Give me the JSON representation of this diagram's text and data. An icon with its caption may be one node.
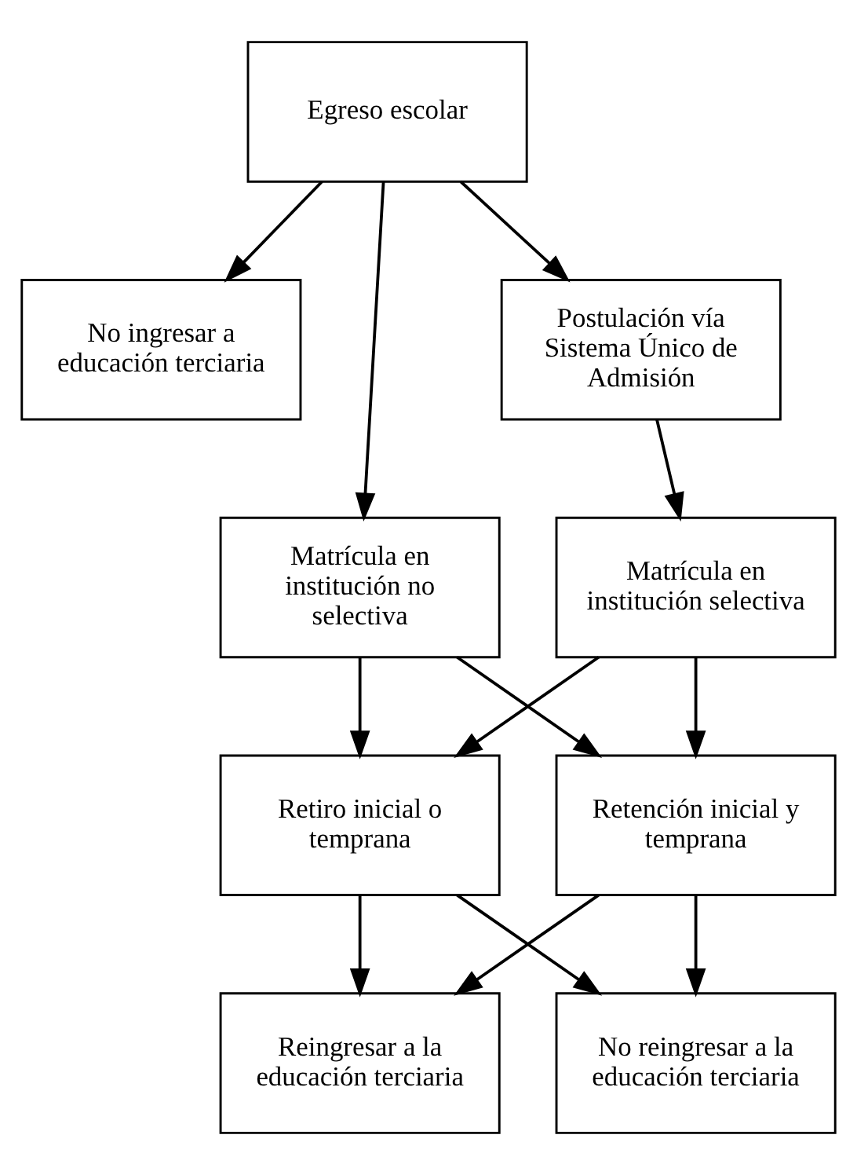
{
  "diagram": {
    "nodes": [
      {
        "text": [
          "Egreso escolar"
        ]
      },
      {
        "text": [
          "No ingresar a educación terciaria"
        ]
      },
      {
        "text": [
          "Postulación vía Sistema Único de Admisión"
        ]
      },
      {
        "text": [
          "Matrícula en institución no selectiva"
        ]
      },
      {
        "text": [
          "Matrícula en institución selectiva"
        ]
      },
      {
        "text": [
          "Retiro inicial o temprana"
        ]
      },
      {
        "text": [
          "Retención inicial y temprana"
        ]
      },
      {
        "text": [
          "Reingresar a la educación terciaria"
        ]
      },
      {
        "text": [
          "No reingresar a la educación terciaria"
        ]
      }
    ],
    "edges": [
      {
        "from": 0,
        "to": 1,
        "arrow": "to"
      },
      {
        "from": 0,
        "to": 2,
        "arrow": "to"
      },
      {
        "from": 0,
        "to": 3,
        "arrow": "to"
      },
      {
        "from": 2,
        "to": 4,
        "arrow": "to"
      },
      {
        "from": 3,
        "to": 5,
        "arrow": "to"
      },
      {
        "from": 3,
        "to": 6,
        "arrow": "to"
      },
      {
        "from": 4,
        "to": 5,
        "arrow": "to"
      },
      {
        "from": 4,
        "to": 6,
        "arrow": "to"
      },
      {
        "from": 5,
        "to": 7,
        "arrow": "to"
      },
      {
        "from": 5,
        "to": 8,
        "arrow": "to"
      },
      {
        "from": 6,
        "to": 7,
        "arrow": "to"
      },
      {
        "from": 6,
        "to": 8,
        "arrow": "to"
      }
    ]
  }
}
